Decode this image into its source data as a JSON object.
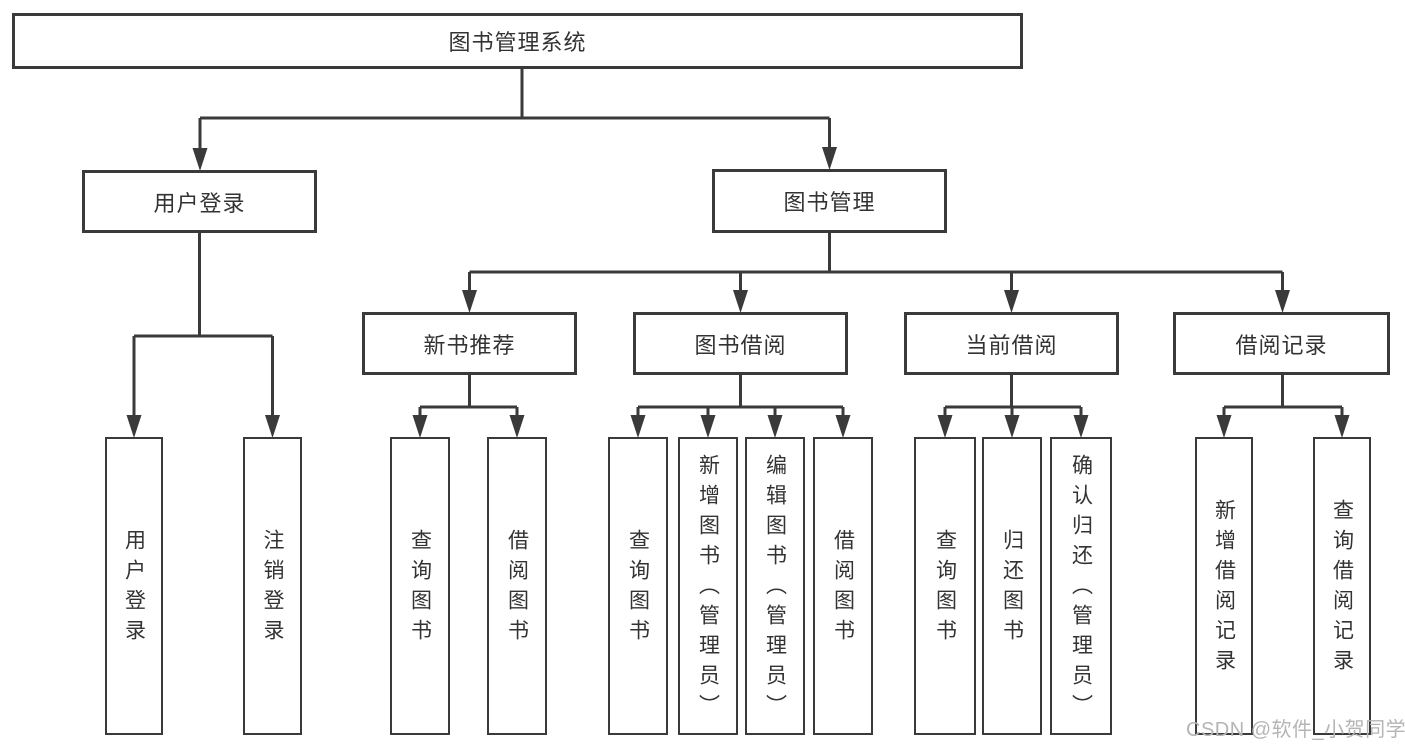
{
  "diagram_title": "图书管理系统",
  "boxes": {
    "root": "图书管理系统",
    "level2": [
      "用户登录",
      "图书管理"
    ],
    "level3": [
      "新书推荐",
      "图书借阅",
      "当前借阅",
      "借阅记录"
    ],
    "leaves": {
      "user_login": [
        "用户登录",
        "注销登录"
      ],
      "new_books": [
        "查询图书",
        "借阅图书"
      ],
      "book_borrow": [
        "查询图书",
        "新增图书（管理员）",
        "编辑图书（管理员）",
        "借阅图书"
      ],
      "current_borrow": [
        "查询图书",
        "归还图书",
        "确认归还（管理员）"
      ],
      "borrow_records": [
        "新增借阅记录",
        "查询借阅记录"
      ]
    }
  },
  "watermark": "CSDN @软件_小贺同学",
  "colors": {
    "line": "#3a3a3a",
    "text": "#333333",
    "box_background": "#ffffff",
    "watermark": "#b5b5b5",
    "background": "#ffffff"
  }
}
